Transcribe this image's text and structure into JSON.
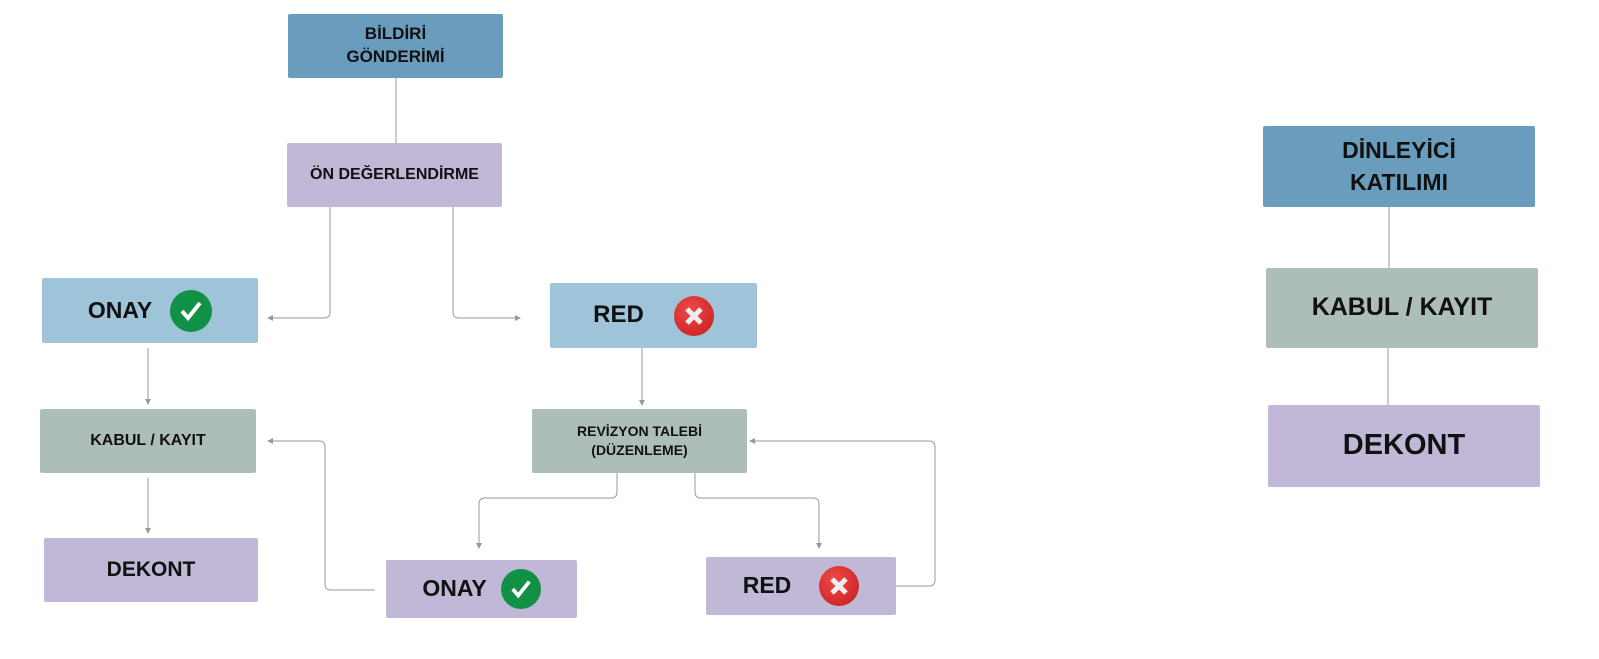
{
  "nodes": {
    "bildiri": "BİLDİRİ GÖNDERİMİ",
    "on_degerlendirme": "ÖN DEĞERLENDİRME",
    "onay_1": "ONAY",
    "red_1": "RED",
    "kabul_1": "KABUL / KAYIT",
    "revizyon": "REVİZYON TALEBİ (DÜZENLEME)",
    "dekont_1": "DEKONT",
    "onay_2": "ONAY",
    "red_2": "RED",
    "dinleyici": "DİNLEYİCİ KATILIMI",
    "kabul_2": "KABUL / KAYIT",
    "dekont_2": "DEKONT"
  },
  "icons": {
    "approve": "check-circle-icon",
    "reject": "x-circle-icon"
  },
  "colors": {
    "header": "#6a9dbd",
    "decision": "#9fc4d9",
    "step": "#adbdb8",
    "final": "#c0b8d6",
    "approve": "#119146",
    "reject": "#d42424"
  }
}
